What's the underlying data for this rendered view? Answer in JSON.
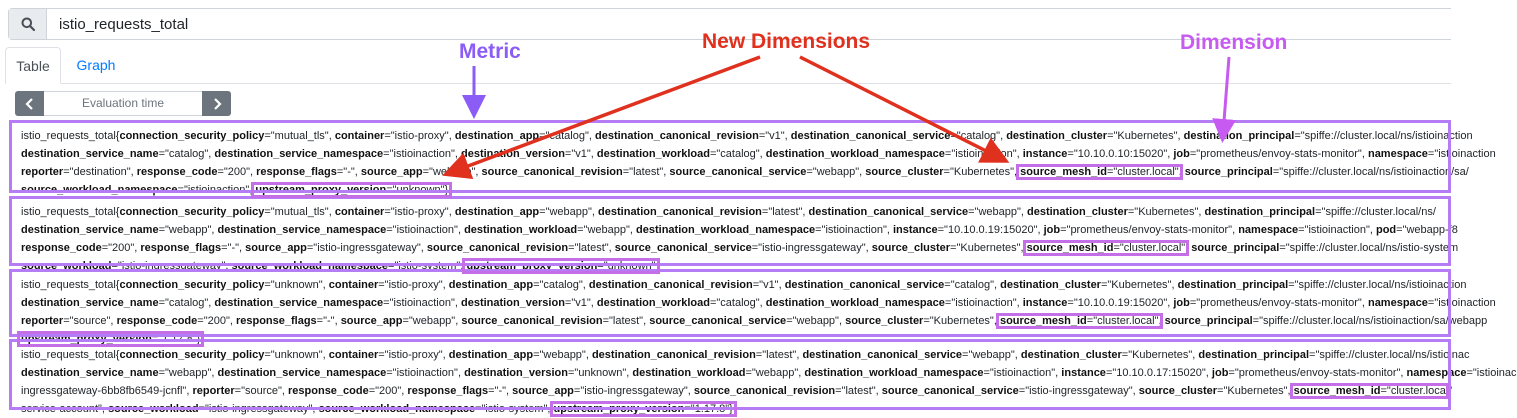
{
  "search": {
    "value": "istio_requests_total",
    "icon": "search-icon"
  },
  "tabs": [
    {
      "label": "Table",
      "active": true
    },
    {
      "label": "Graph",
      "active": false
    }
  ],
  "evaluation": {
    "placeholder": "Evaluation time",
    "prev_icon": "chevron-left-icon",
    "next_icon": "chevron-right-icon"
  },
  "annotations": {
    "metric": "Metric",
    "new_dimensions": "New Dimensions",
    "dimension": "Dimension"
  },
  "colors": {
    "metric": "#8b5cf6",
    "new_dimensions": "#e0301e",
    "dimension": "#c75af0",
    "frame": "#b57cf5"
  },
  "results": [
    {
      "lines": [
        "istio_requests_total{connection_security_policy=\"mutual_tls\", container=\"istio-proxy\", destination_app=\"catalog\", destination_canonical_revision=\"v1\", destination_canonical_service=\"catalog\", destination_cluster=\"Kubernetes\", destination_principal=\"spiffe://cluster.local/ns/istioinaction",
        "destination_service_name=\"catalog\", destination_service_namespace=\"istioinaction\", destination_version=\"v1\", destination_workload=\"catalog\", destination_workload_namespace=\"istioinaction\", instance=\"10.10.0.10:15020\", job=\"prometheus/envoy-stats-monitor\", namespace=\"istioinaction",
        "reporter=\"destination\", response_code=\"200\", response_flags=\"-\", source_app=\"webapp\", source_canonical_revision=\"latest\", source_canonical_service=\"webapp\", source_cluster=\"Kubernetes\", source_mesh_id=\"cluster.local\", source_principal=\"spiffe://cluster.local/ns/istioinaction/sa/",
        "source_workload_namespace=\"istioinaction\", upstream_proxy_version=\"unknown\"}"
      ],
      "highlights": [
        "source_mesh_id=\"cluster.local\"",
        "upstream_proxy_version=\"unknown\"}"
      ]
    },
    {
      "lines": [
        "istio_requests_total{connection_security_policy=\"mutual_tls\", container=\"istio-proxy\", destination_app=\"webapp\", destination_canonical_revision=\"latest\", destination_canonical_service=\"webapp\", destination_cluster=\"Kubernetes\", destination_principal=\"spiffe://cluster.local/ns/",
        "destination_service_name=\"webapp\", destination_service_namespace=\"istioinaction\", destination_workload=\"webapp\", destination_workload_namespace=\"istioinaction\", instance=\"10.10.0.19:15020\", job=\"prometheus/envoy-stats-monitor\", namespace=\"istioinaction\", pod=\"webapp-f8",
        "response_code=\"200\", response_flags=\"-\", source_app=\"istio-ingressgateway\", source_canonical_revision=\"latest\", source_canonical_service=\"istio-ingressgateway\", source_cluster=\"Kubernetes\", source_mesh_id=\"cluster.local\", source_principal=\"spiffe://cluster.local/ns/istio-system",
        "source_workload=\"istio-ingressgateway\", source_workload_namespace=\"istio-system\", upstream_proxy_version=\"unknown\""
      ],
      "highlights": [
        "source_mesh_id=\"cluster.local\"",
        "upstream_proxy_version=\"unknown\""
      ]
    },
    {
      "lines": [
        "istio_requests_total{connection_security_policy=\"unknown\", container=\"istio-proxy\", destination_app=\"catalog\", destination_canonical_revision=\"v1\", destination_canonical_service=\"catalog\", destination_cluster=\"Kubernetes\", destination_principal=\"spiffe://cluster.local/ns/istioinaction",
        "destination_service_name=\"catalog\", destination_service_namespace=\"istioinaction\", destination_version=\"v1\", destination_workload=\"catalog\", destination_workload_namespace=\"istioinaction\", instance=\"10.10.0.19:15020\", job=\"prometheus/envoy-stats-monitor\", namespace=\"istioinaction",
        "reporter=\"source\", response_code=\"200\", response_flags=\"-\", source_app=\"webapp\", source_canonical_revision=\"latest\", source_canonical_service=\"webapp\", source_cluster=\"Kubernetes\", source_mesh_id=\"cluster.local\", source_principal=\"spiffe://cluster.local/ns/istioinaction/sa/webapp",
        "upstream_proxy_version=\"1.17.8\"}"
      ],
      "highlights": [
        "source_mesh_id=\"cluster.local\"",
        "upstream_proxy_version=\"1.17.8\"}"
      ]
    },
    {
      "lines": [
        "istio_requests_total{connection_security_policy=\"unknown\", container=\"istio-proxy\", destination_app=\"webapp\", destination_canonical_revision=\"latest\", destination_canonical_service=\"webapp\", destination_cluster=\"Kubernetes\", destination_principal=\"spiffe://cluster.local/ns/istioinac",
        "destination_service_name=\"webapp\", destination_service_namespace=\"istioinaction\", destination_version=\"unknown\", destination_workload=\"webapp\", destination_workload_namespace=\"istioinaction\", instance=\"10.10.0.17:15020\", job=\"prometheus/envoy-stats-monitor\", namespace=\"istioinac",
        "ingressgateway-6bb8fb6549-jcnfl\", reporter=\"source\", response_code=\"200\", response_flags=\"-\", source_app=\"istio-ingressgateway\", source_canonical_revision=\"latest\", source_canonical_service=\"istio-ingressgateway\", source_cluster=\"Kubernetes\", source_mesh_id=\"cluster.local\"",
        "service-account\", source_workload=\"istio-ingressgateway\", source_workload_namespace=\"istio-system\", upstream_proxy_version=\"1.17.8\"}"
      ],
      "highlights": [
        "source_mesh_id=\"cluster.local\"",
        "upstream_proxy_version=\"1.17.8\"}"
      ]
    }
  ]
}
